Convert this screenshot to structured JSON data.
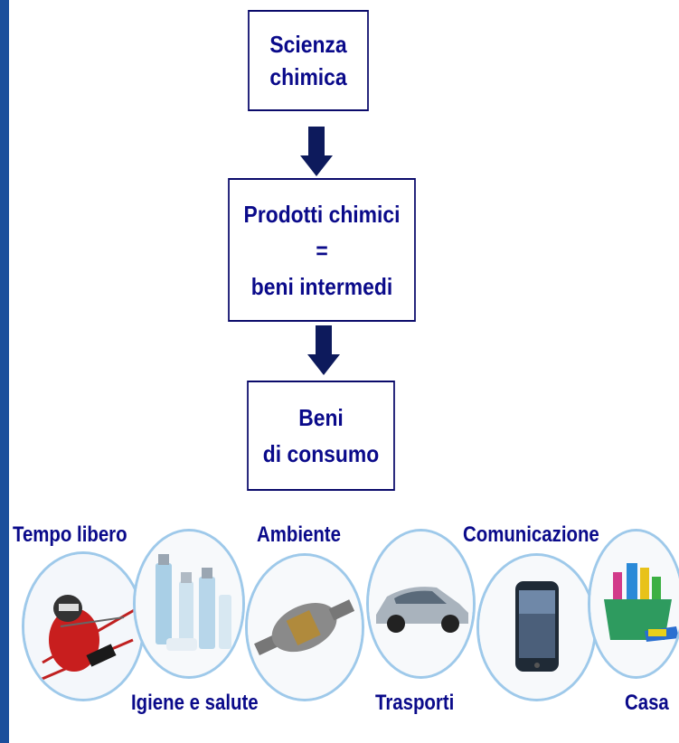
{
  "flow": {
    "box1": {
      "line1": "Scienza",
      "line2": "chimica"
    },
    "box2": {
      "line1": "Prodotti chimici",
      "line2": "=",
      "line3": "beni intermedi"
    },
    "box3": {
      "line1": "Beni",
      "line2": "di consumo"
    }
  },
  "categories": {
    "tempo_libero": "Tempo libero",
    "igiene_salute": "Igiene e salute",
    "ambiente": "Ambiente",
    "trasporti": "Trasporti",
    "comunicazione": "Comunicazione",
    "casa": "Casa"
  },
  "colors": {
    "text": "#0a0a8a",
    "arrow": "#0d1a5c",
    "circle_border": "#9ec9ea",
    "left_bar": "#1b4f9c"
  }
}
